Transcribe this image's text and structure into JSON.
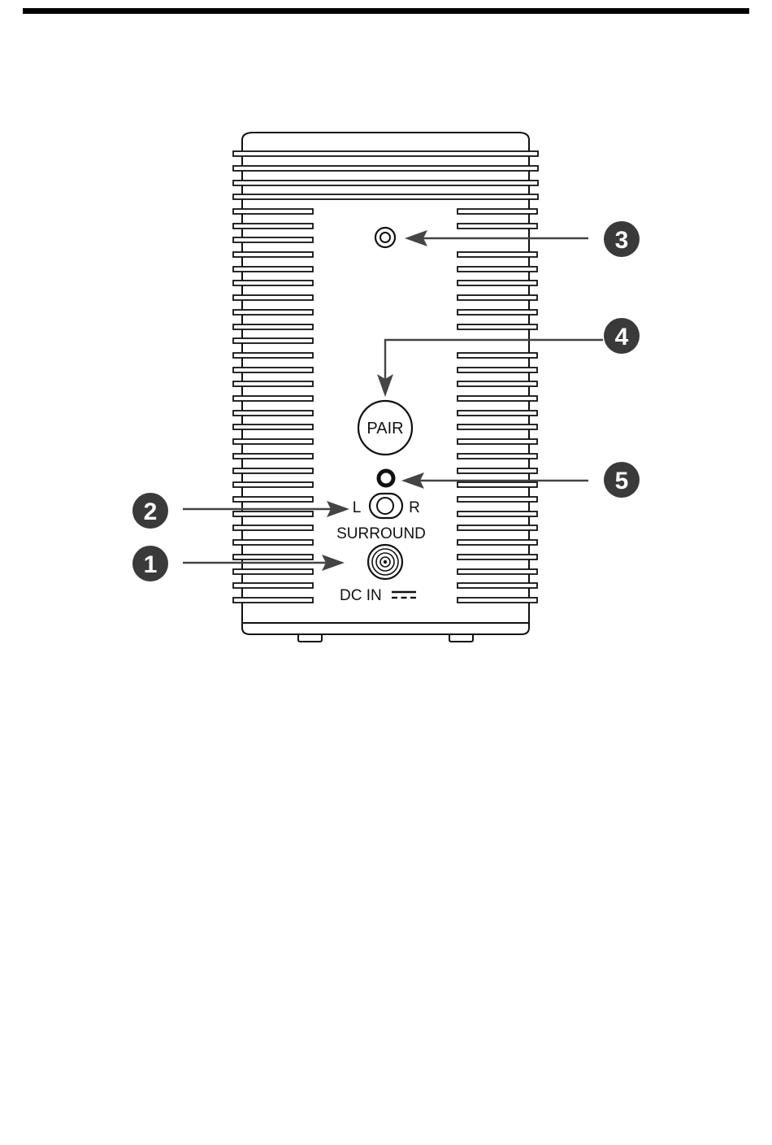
{
  "colors": {
    "line": "#111111",
    "arrow": "#444444",
    "callout_fill": "#3a3a3a",
    "callout_text": "#ffffff",
    "background": "#ffffff"
  },
  "panel": {
    "pair_button_label": "PAIR",
    "switch_left_label": "L",
    "switch_right_label": "R",
    "switch_label": "SURROUND",
    "dc_in_label": "DC IN"
  },
  "callouts": {
    "c1": "1",
    "c2": "2",
    "c3": "3",
    "c4": "4",
    "c5": "5"
  },
  "icons": {
    "dc_in_symbol": "dc-polarity-symbol-icon",
    "indicator_led": "indicator-led-icon",
    "reset_hole": "reset-hole-icon",
    "surround_switch": "slide-switch-icon",
    "dc_jack": "dc-jack-icon"
  }
}
